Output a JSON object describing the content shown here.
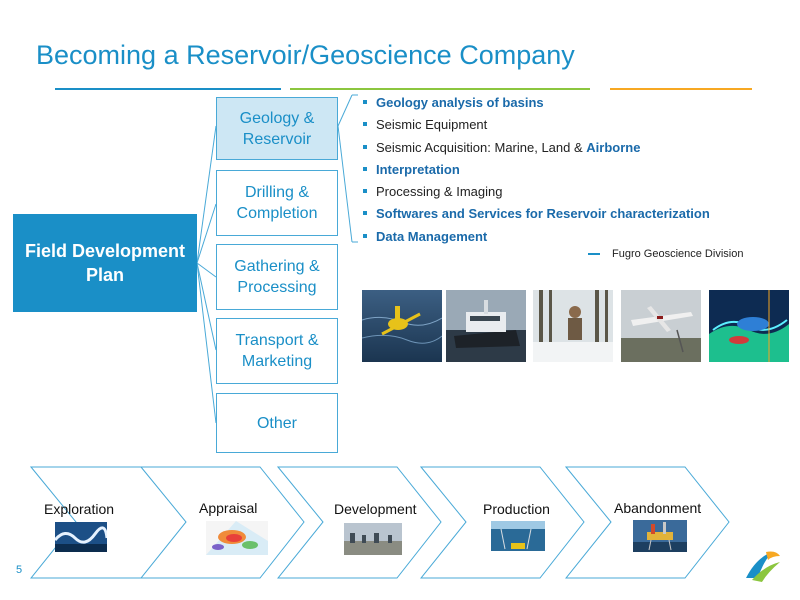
{
  "slide": {
    "title": "Becoming a Reservoir/Geoscience Company",
    "page_number": "5",
    "colors": {
      "accent": "#1a8fc7",
      "highlight": "#1a6aaa",
      "rule_blue": "#1a8fc7",
      "rule_green": "#8cc63f",
      "rule_orange": "#f7a823"
    }
  },
  "field_plan": {
    "label": "Field Development Plan"
  },
  "categories": [
    {
      "label": "Geology & Reservoir",
      "active": true
    },
    {
      "label": "Drilling & Completion",
      "active": false
    },
    {
      "label": "Gathering & Processing",
      "active": false
    },
    {
      "label": "Transport & Marketing",
      "active": false
    },
    {
      "label": "Other",
      "active": false
    }
  ],
  "bullets": [
    {
      "text": "Geology analysis of basins",
      "bold": true
    },
    {
      "text": "Seismic Equipment",
      "bold": false
    },
    {
      "text_plain": "Seismic Acquisition: Marine, Land & ",
      "text_bold": "Airborne"
    },
    {
      "text": "Interpretation",
      "bold": true
    },
    {
      "text": "Processing & Imaging",
      "bold": false
    },
    {
      "text": "Softwares and Services for Reservoir characterization",
      "bold": true
    },
    {
      "text": "Data Management",
      "bold": true
    }
  ],
  "source_note": "Fugro Geoscience Division",
  "photos": [
    {
      "icon": "marine-streamer-photo"
    },
    {
      "icon": "seismic-vessel-photo"
    },
    {
      "icon": "land-crew-snow-photo"
    },
    {
      "icon": "survey-aircraft-photo"
    },
    {
      "icon": "3d-reservoir-model-photo"
    }
  ],
  "stages": [
    {
      "label": "Exploration",
      "icon": "seismic-wave-photo"
    },
    {
      "label": "Appraisal",
      "icon": "contour-map-photo"
    },
    {
      "label": "Development",
      "icon": "drilling-site-photo"
    },
    {
      "label": "Production",
      "icon": "subsea-production-photo"
    },
    {
      "label": "Abandonment",
      "icon": "offshore-platform-photo"
    }
  ]
}
